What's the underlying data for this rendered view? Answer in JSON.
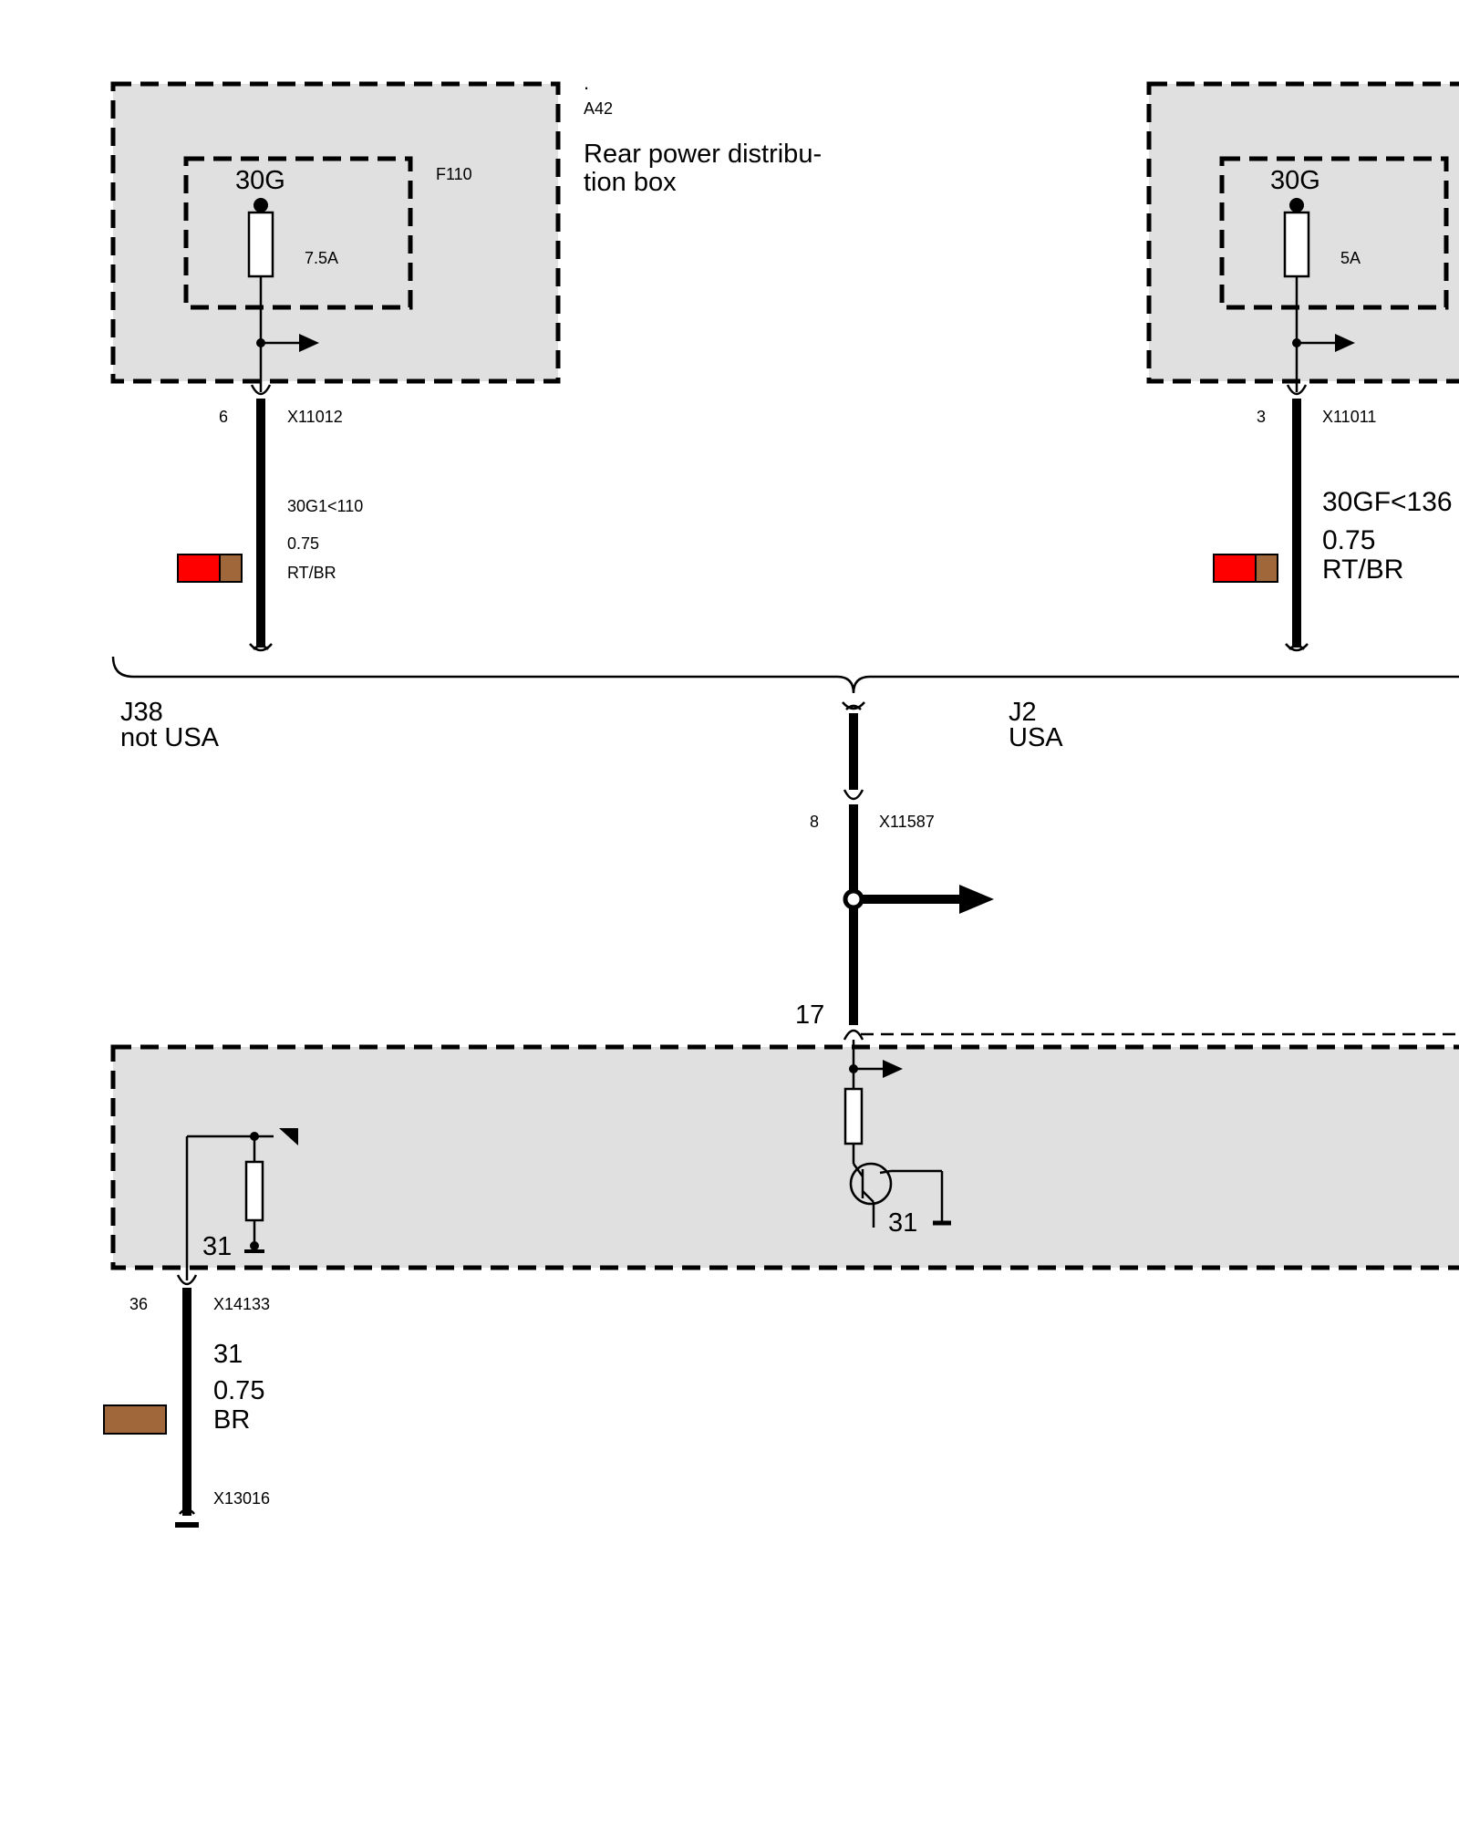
{
  "colors": {
    "box_fill": "#e0e0e0",
    "wire_red": "#ff0000",
    "wire_brown": "#a0683a"
  },
  "top_left": {
    "dot": ".",
    "component_id": "A42",
    "component_name_line1": "Rear power distribu-",
    "component_name_line2": "tion box",
    "terminal": "30G",
    "fuse_id": "F110",
    "fuse_rating": "7.5A",
    "pin": "6",
    "connector": "X11012",
    "wire_name": "30G1<110",
    "wire_size": "0.75",
    "wire_color": "RT/BR"
  },
  "top_right": {
    "terminal": "30G",
    "fuse_rating": "5A",
    "pin": "3",
    "connector": "X11011",
    "wire_name": "30GF<136",
    "wire_size": "0.75",
    "wire_color": "RT/BR"
  },
  "variants": {
    "left_code": "J38",
    "left_market": "not USA",
    "right_code": "J2",
    "right_market": "USA"
  },
  "middle": {
    "pin": "8",
    "connector": "X11587",
    "module_pin": "17"
  },
  "bottom": {
    "ground_left": "31",
    "ground_right": "31",
    "pin": "36",
    "connector": "X14133",
    "wire_name": "31",
    "wire_size": "0.75",
    "wire_color": "BR",
    "ground_connector": "X13016"
  }
}
